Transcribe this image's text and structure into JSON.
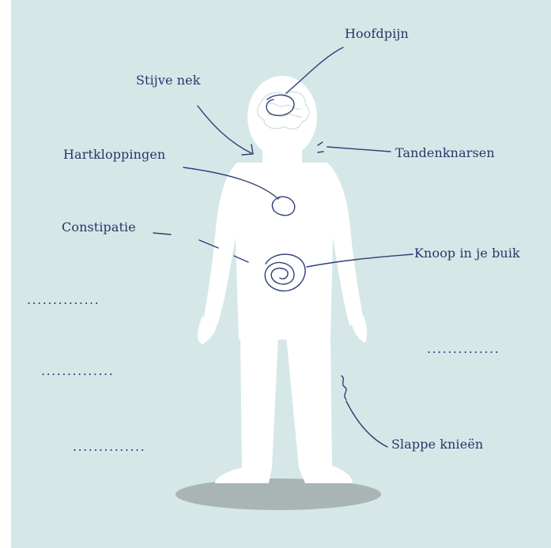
{
  "colors": {
    "background": "#d6e7e8",
    "figure": "#ffffff",
    "shadow": "#a7b2b3",
    "ink": "#26366b"
  },
  "labels": {
    "headache": "Hoofdpijn",
    "stiff_neck": "Stijve nek",
    "teeth_grinding": "Tandenknarsen",
    "palpitations": "Hartkloppingen",
    "constipation": "Constipatie",
    "knot_in_stomach": "Knoop in je buik",
    "weak_knees": "Slappe knieën"
  },
  "blanks": {
    "left_1": "..............",
    "left_2": "..............",
    "left_3": "..............",
    "right_1": ".............."
  }
}
